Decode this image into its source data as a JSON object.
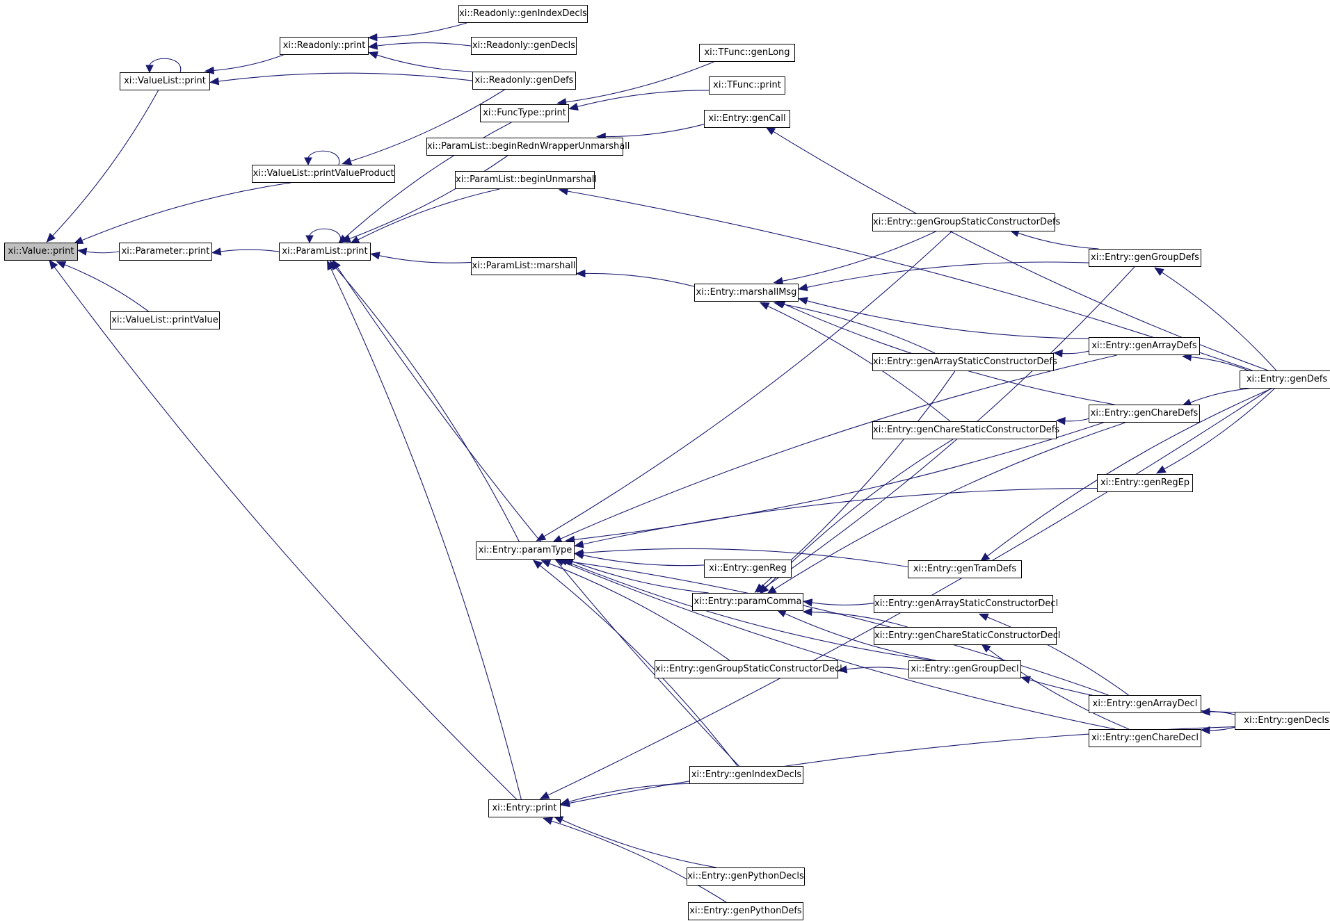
{
  "graph": {
    "colors": {
      "edge": "#191970",
      "node_border": "#000000",
      "root_fill": "#bfbfbf",
      "node_fill": "#ffffff"
    },
    "root": "value_print",
    "nodes": [
      {
        "id": "value_print",
        "label": "xi::Value::print"
      },
      {
        "id": "valuelist_print",
        "label": "xi::ValueList::print"
      },
      {
        "id": "valuelist_printvalueproduct",
        "label": "xi::ValueList::printValueProduct"
      },
      {
        "id": "parameter_print",
        "label": "xi::Parameter::print"
      },
      {
        "id": "valuelist_printvalue",
        "label": "xi::ValueList::printValue"
      },
      {
        "id": "readonly_print",
        "label": "xi::Readonly::print"
      },
      {
        "id": "readonly_genindexdecls",
        "label": "xi::Readonly::genIndexDecls"
      },
      {
        "id": "readonly_gendecls",
        "label": "xi::Readonly::genDecls"
      },
      {
        "id": "readonly_gendefs",
        "label": "xi::Readonly::genDefs"
      },
      {
        "id": "paramlist_print",
        "label": "xi::ParamList::print"
      },
      {
        "id": "functype_print",
        "label": "xi::FuncType::print"
      },
      {
        "id": "tfunc_genlong",
        "label": "xi::TFunc::genLong"
      },
      {
        "id": "tfunc_print",
        "label": "xi::TFunc::print"
      },
      {
        "id": "paramlist_beginredn",
        "label": "xi::ParamList::beginRednWrapperUnmarshall"
      },
      {
        "id": "paramlist_beginunmarshall",
        "label": "xi::ParamList::beginUnmarshall"
      },
      {
        "id": "entry_gencall",
        "label": "xi::Entry::genCall"
      },
      {
        "id": "paramlist_marshall",
        "label": "xi::ParamList::marshall"
      },
      {
        "id": "entry_marshallmsg",
        "label": "xi::Entry::marshallMsg"
      },
      {
        "id": "entry_gengroupstaticconstructordefs",
        "label": "xi::Entry::genGroupStaticConstructorDefs"
      },
      {
        "id": "entry_gengroupdefs",
        "label": "xi::Entry::genGroupDefs"
      },
      {
        "id": "entry_genarraydefs",
        "label": "xi::Entry::genArrayDefs"
      },
      {
        "id": "entry_genarraystaticconstructordefs",
        "label": "xi::Entry::genArrayStaticConstructorDefs"
      },
      {
        "id": "entry_gendefs",
        "label": "xi::Entry::genDefs"
      },
      {
        "id": "entry_genchareDefs",
        "label": "xi::Entry::genChareDefs"
      },
      {
        "id": "entry_genchareStaticconstructordefs",
        "label": "xi::Entry::genChareStaticConstructorDefs"
      },
      {
        "id": "entry_genregep",
        "label": "xi::Entry::genRegEp"
      },
      {
        "id": "entry_paramtype",
        "label": "xi::Entry::paramType"
      },
      {
        "id": "entry_genreg",
        "label": "xi::Entry::genReg"
      },
      {
        "id": "entry_gentramdefs",
        "label": "xi::Entry::genTramDefs"
      },
      {
        "id": "entry_paramcomma",
        "label": "xi::Entry::paramComma"
      },
      {
        "id": "entry_genarraystaticconstructordecl",
        "label": "xi::Entry::genArrayStaticConstructorDecl"
      },
      {
        "id": "entry_genchareStaticconstructordecl",
        "label": "xi::Entry::genChareStaticConstructorDecl"
      },
      {
        "id": "entry_gengroupstaticconstructordecl",
        "label": "xi::Entry::genGroupStaticConstructorDecl"
      },
      {
        "id": "entry_gengroupdecl",
        "label": "xi::Entry::genGroupDecl"
      },
      {
        "id": "entry_genarraydecl",
        "label": "xi::Entry::genArrayDecl"
      },
      {
        "id": "entry_gendecls",
        "label": "xi::Entry::genDecls"
      },
      {
        "id": "entry_genchareDecl",
        "label": "xi::Entry::genChareDecl"
      },
      {
        "id": "entry_genindexdecls",
        "label": "xi::Entry::genIndexDecls"
      },
      {
        "id": "entry_print",
        "label": "xi::Entry::print"
      },
      {
        "id": "entry_genpythondecls",
        "label": "xi::Entry::genPythonDecls"
      },
      {
        "id": "entry_genpythondefs",
        "label": "xi::Entry::genPythonDefs"
      }
    ],
    "edges": [
      {
        "from": "valuelist_print",
        "to": "value_print"
      },
      {
        "from": "valuelist_printvalueproduct",
        "to": "value_print"
      },
      {
        "from": "parameter_print",
        "to": "value_print"
      },
      {
        "from": "valuelist_printvalue",
        "to": "value_print"
      },
      {
        "from": "entry_print",
        "to": "value_print"
      },
      {
        "from": "valuelist_print",
        "to": "valuelist_print"
      },
      {
        "from": "readonly_print",
        "to": "valuelist_print"
      },
      {
        "from": "readonly_gendefs",
        "to": "valuelist_print"
      },
      {
        "from": "readonly_genindexdecls",
        "to": "readonly_print"
      },
      {
        "from": "readonly_gendecls",
        "to": "readonly_print"
      },
      {
        "from": "readonly_gendefs",
        "to": "readonly_print"
      },
      {
        "from": "valuelist_printvalueproduct",
        "to": "valuelist_printvalueproduct"
      },
      {
        "from": "readonly_gendefs",
        "to": "valuelist_printvalueproduct"
      },
      {
        "from": "paramlist_print",
        "to": "parameter_print"
      },
      {
        "from": "paramlist_print",
        "to": "paramlist_print"
      },
      {
        "from": "functype_print",
        "to": "paramlist_print"
      },
      {
        "from": "paramlist_beginredn",
        "to": "paramlist_print"
      },
      {
        "from": "paramlist_beginunmarshall",
        "to": "paramlist_print"
      },
      {
        "from": "paramlist_marshall",
        "to": "paramlist_print"
      },
      {
        "from": "entry_paramtype",
        "to": "paramlist_print"
      },
      {
        "from": "entry_genindexdecls",
        "to": "paramlist_print"
      },
      {
        "from": "entry_print",
        "to": "paramlist_print"
      },
      {
        "from": "tfunc_genlong",
        "to": "functype_print"
      },
      {
        "from": "tfunc_print",
        "to": "functype_print"
      },
      {
        "from": "entry_gencall",
        "to": "paramlist_beginredn"
      },
      {
        "from": "entry_gendefs",
        "to": "paramlist_beginunmarshall"
      },
      {
        "from": "entry_gendefs",
        "to": "entry_gencall"
      },
      {
        "from": "entry_marshallmsg",
        "to": "paramlist_marshall"
      },
      {
        "from": "entry_gengroupstaticconstructordefs",
        "to": "entry_marshallmsg"
      },
      {
        "from": "entry_gengroupdefs",
        "to": "entry_marshallmsg"
      },
      {
        "from": "entry_genarraydefs",
        "to": "entry_marshallmsg"
      },
      {
        "from": "entry_genarraystaticconstructordefs",
        "to": "entry_marshallmsg"
      },
      {
        "from": "entry_genchareDefs",
        "to": "entry_marshallmsg"
      },
      {
        "from": "entry_genchareStaticconstructordefs",
        "to": "entry_marshallmsg"
      },
      {
        "from": "entry_gengroupdefs",
        "to": "entry_gengroupstaticconstructordefs"
      },
      {
        "from": "entry_gendefs",
        "to": "entry_gengroupdefs"
      },
      {
        "from": "entry_genarraydefs",
        "to": "entry_genarraystaticconstructordefs"
      },
      {
        "from": "entry_gendefs",
        "to": "entry_genarraydefs"
      },
      {
        "from": "entry_genchareDefs",
        "to": "entry_genchareStaticconstructordefs"
      },
      {
        "from": "entry_gendefs",
        "to": "entry_genchareDefs"
      },
      {
        "from": "entry_gendefs",
        "to": "entry_genregep"
      },
      {
        "from": "entry_gendefs",
        "to": "entry_gentramdefs"
      },
      {
        "from": "entry_gengroupstaticconstructordefs",
        "to": "entry_paramtype"
      },
      {
        "from": "entry_genarraydefs",
        "to": "entry_paramtype"
      },
      {
        "from": "entry_genchareDefs",
        "to": "entry_paramtype"
      },
      {
        "from": "entry_genregep",
        "to": "entry_paramtype"
      },
      {
        "from": "entry_genreg",
        "to": "entry_paramtype"
      },
      {
        "from": "entry_gentramdefs",
        "to": "entry_paramtype"
      },
      {
        "from": "entry_paramcomma",
        "to": "entry_paramtype"
      },
      {
        "from": "entry_gengroupstaticconstructordecl",
        "to": "entry_paramtype"
      },
      {
        "from": "entry_gengroupdecl",
        "to": "entry_paramtype"
      },
      {
        "from": "entry_genarraydecl",
        "to": "entry_paramtype"
      },
      {
        "from": "entry_genchareDecl",
        "to": "entry_paramtype"
      },
      {
        "from": "entry_genindexdecls",
        "to": "entry_paramtype"
      },
      {
        "from": "entry_genarraystaticconstructordefs",
        "to": "entry_paramcomma"
      },
      {
        "from": "entry_genchareStaticconstructordefs",
        "to": "entry_paramcomma"
      },
      {
        "from": "entry_gengroupdefs",
        "to": "entry_paramcomma"
      },
      {
        "from": "entry_genchareDefs",
        "to": "entry_paramcomma"
      },
      {
        "from": "entry_genarraystaticconstructordecl",
        "to": "entry_paramcomma"
      },
      {
        "from": "entry_genchareStaticconstructordecl",
        "to": "entry_paramcomma"
      },
      {
        "from": "entry_gengroupdecl",
        "to": "entry_paramcomma"
      },
      {
        "from": "entry_genarraydecl",
        "to": "entry_genarraystaticconstructordecl"
      },
      {
        "from": "entry_genchareDecl",
        "to": "entry_genchareStaticconstructordecl"
      },
      {
        "from": "entry_gengroupdecl",
        "to": "entry_gengroupstaticconstructordecl"
      },
      {
        "from": "entry_gendecls",
        "to": "entry_gengroupdecl"
      },
      {
        "from": "entry_gendecls",
        "to": "entry_genarraydecl"
      },
      {
        "from": "entry_gendecls",
        "to": "entry_genchareDecl"
      },
      {
        "from": "entry_genindexdecls",
        "to": "entry_print"
      },
      {
        "from": "entry_gendefs",
        "to": "entry_print"
      },
      {
        "from": "entry_gendecls",
        "to": "entry_print"
      },
      {
        "from": "entry_genpythondecls",
        "to": "entry_print"
      },
      {
        "from": "entry_genpythondefs",
        "to": "entry_print"
      }
    ]
  }
}
